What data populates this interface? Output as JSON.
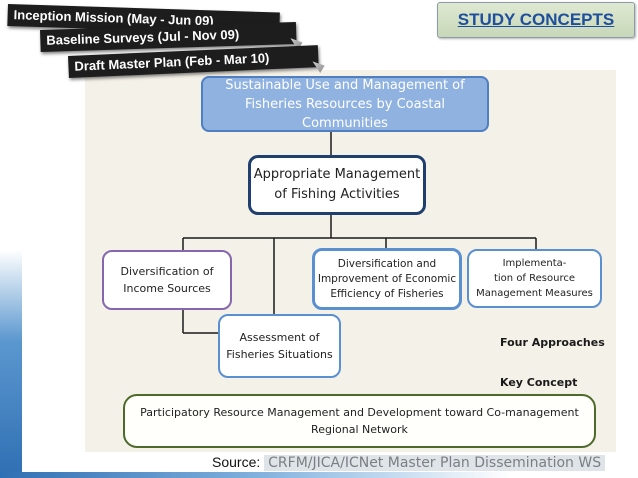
{
  "phases": [
    {
      "label": "Inception Mission (May - Jun 09)"
    },
    {
      "label": "Baseline Surveys (Jul - Nov 09)"
    },
    {
      "label": "Draft Master Plan (Feb - Mar 10)"
    }
  ],
  "slide_title": "STUDY CONCEPTS",
  "diagram": {
    "top": {
      "line1": "Sustainable Use and Management of",
      "line2": "Fisheries Resources by Coastal Communities"
    },
    "management": {
      "line1": "Appropriate Management",
      "line2": "of Fishing Activities"
    },
    "diversification": {
      "line1": "Diversification of",
      "line2": "Income Sources"
    },
    "economic": {
      "line1": "Diversification and",
      "line2": "Improvement of Economic",
      "line3": "Efficiency of Fisheries"
    },
    "resource": {
      "line1": "Implementa-",
      "line2": "tion of Resource",
      "line3": "Management Measures"
    },
    "assessment": {
      "line1": "Assessment of",
      "line2": "Fisheries Situations"
    },
    "four_approaches": "Four Approaches",
    "key_concept": "Key Concept",
    "participatory": {
      "line1": "Participatory Resource Management and Development   toward  Co-management",
      "line2": "Regional  Network"
    }
  },
  "source": {
    "label": "Source:",
    "text": "CRFM/JICA/ICNet Master Plan Dissemination WS"
  },
  "colors": {
    "title_text": "#1f4e9c",
    "top_box_fill": "#90b2e0",
    "management_border": "#1f3f6e",
    "diversification_border": "#8667ad",
    "approach_border": "#5a8fd0",
    "key_concept_border": "#4d6a2a"
  }
}
